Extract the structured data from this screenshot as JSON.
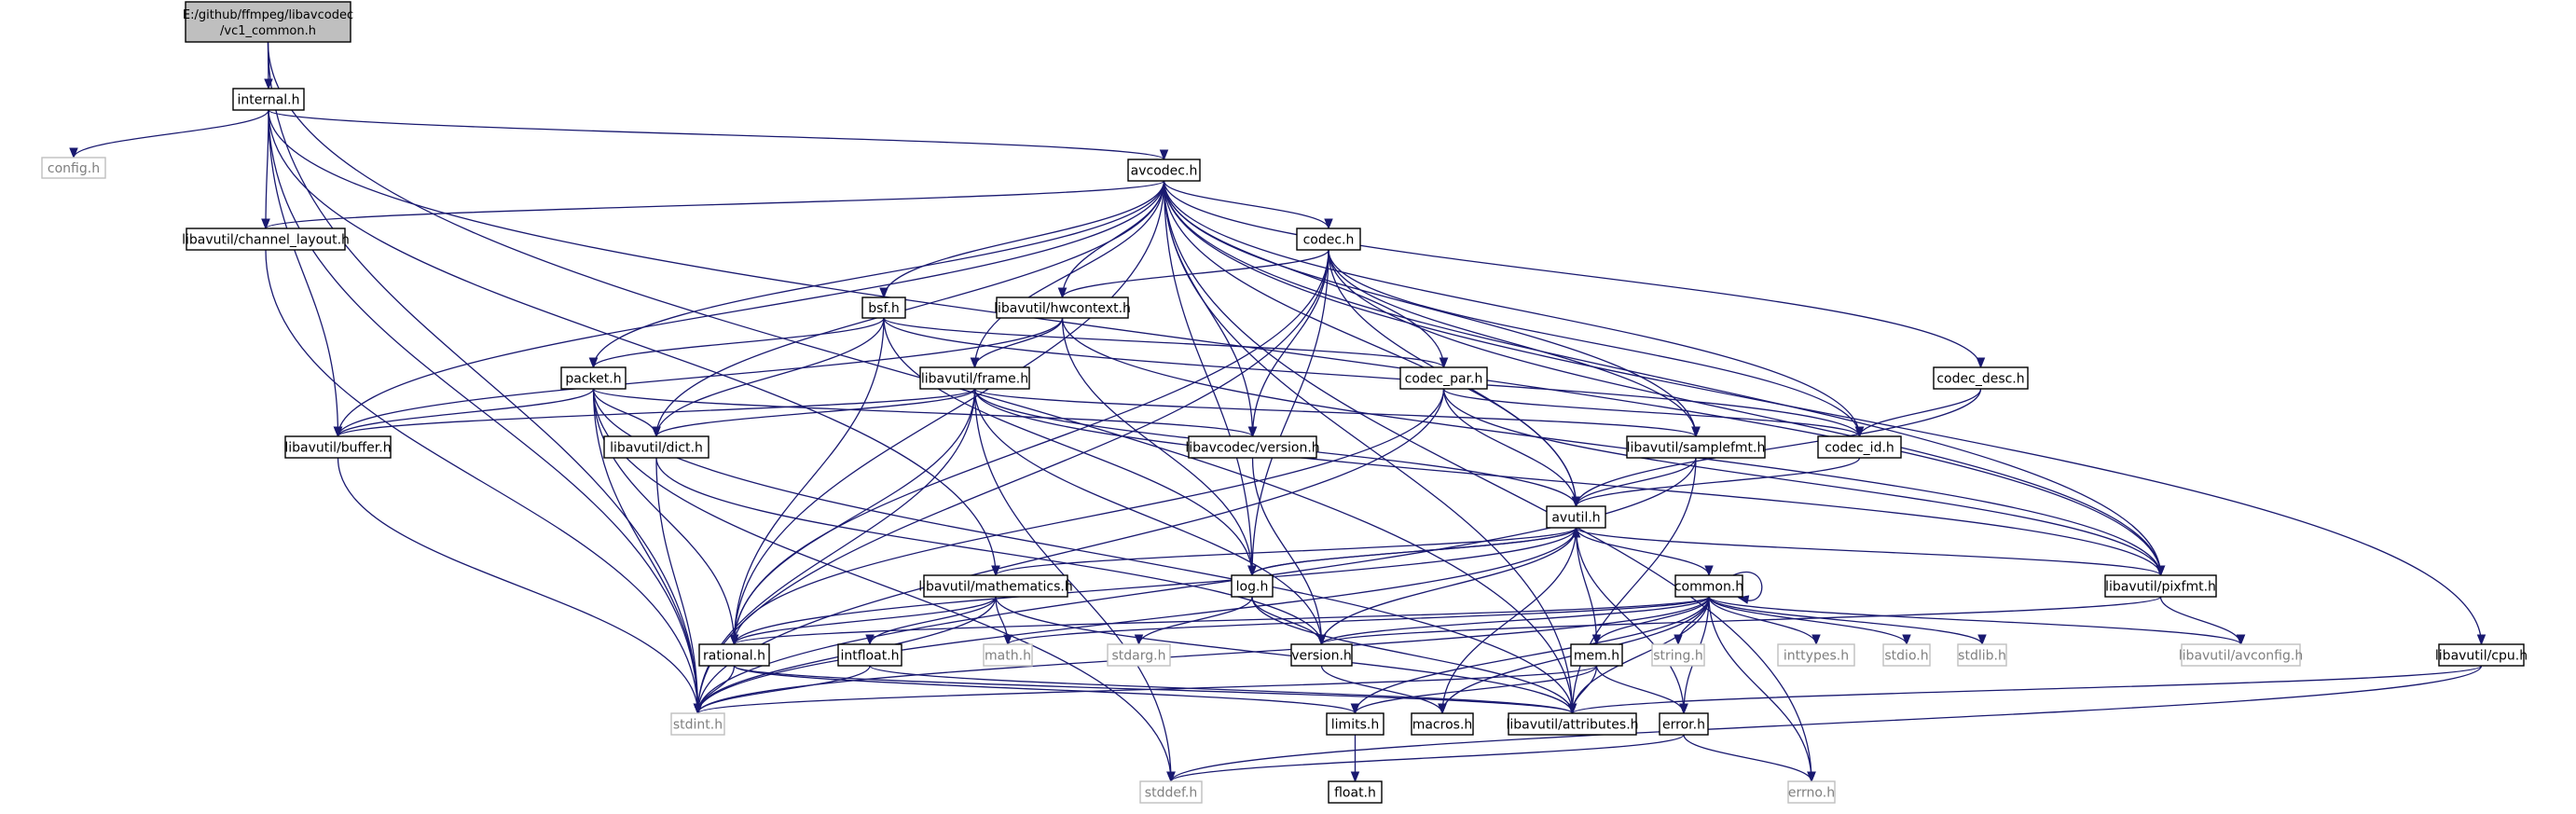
{
  "diagram": {
    "nodes": [
      {
        "id": "root",
        "lines": [
          "E:/github/ffmpeg/libavcodec",
          "/vc1_common.h"
        ],
        "kind": "root"
      },
      {
        "id": "internal",
        "lines": [
          "internal.h"
        ],
        "kind": "normal"
      },
      {
        "id": "config",
        "lines": [
          "config.h"
        ],
        "kind": "system"
      },
      {
        "id": "avcodec",
        "lines": [
          "avcodec.h"
        ],
        "kind": "normal"
      },
      {
        "id": "channel_layout",
        "lines": [
          "libavutil/channel_layout.h"
        ],
        "kind": "normal"
      },
      {
        "id": "codec",
        "lines": [
          "codec.h"
        ],
        "kind": "normal"
      },
      {
        "id": "bsf",
        "lines": [
          "bsf.h"
        ],
        "kind": "normal"
      },
      {
        "id": "hwcontext",
        "lines": [
          "libavutil/hwcontext.h"
        ],
        "kind": "normal"
      },
      {
        "id": "packet",
        "lines": [
          "packet.h"
        ],
        "kind": "normal"
      },
      {
        "id": "frame",
        "lines": [
          "libavutil/frame.h"
        ],
        "kind": "normal"
      },
      {
        "id": "codec_par",
        "lines": [
          "codec_par.h"
        ],
        "kind": "normal"
      },
      {
        "id": "codec_desc",
        "lines": [
          "codec_desc.h"
        ],
        "kind": "normal"
      },
      {
        "id": "buffer",
        "lines": [
          "libavutil/buffer.h"
        ],
        "kind": "normal"
      },
      {
        "id": "dict",
        "lines": [
          "libavutil/dict.h"
        ],
        "kind": "normal"
      },
      {
        "id": "lavc_version",
        "lines": [
          "libavcodec/version.h"
        ],
        "kind": "normal"
      },
      {
        "id": "samplefmt",
        "lines": [
          "libavutil/samplefmt.h"
        ],
        "kind": "normal"
      },
      {
        "id": "codec_id",
        "lines": [
          "codec_id.h"
        ],
        "kind": "normal"
      },
      {
        "id": "avutil",
        "lines": [
          "avutil.h"
        ],
        "kind": "normal"
      },
      {
        "id": "mathematics",
        "lines": [
          "libavutil/mathematics.h"
        ],
        "kind": "normal"
      },
      {
        "id": "log",
        "lines": [
          "log.h"
        ],
        "kind": "normal"
      },
      {
        "id": "common",
        "lines": [
          "common.h"
        ],
        "kind": "normal"
      },
      {
        "id": "pixfmt",
        "lines": [
          "libavutil/pixfmt.h"
        ],
        "kind": "normal"
      },
      {
        "id": "rational",
        "lines": [
          "rational.h"
        ],
        "kind": "normal"
      },
      {
        "id": "intfloat",
        "lines": [
          "intfloat.h"
        ],
        "kind": "normal"
      },
      {
        "id": "math",
        "lines": [
          "math.h"
        ],
        "kind": "system"
      },
      {
        "id": "stdarg",
        "lines": [
          "stdarg.h"
        ],
        "kind": "system"
      },
      {
        "id": "version",
        "lines": [
          "version.h"
        ],
        "kind": "normal"
      },
      {
        "id": "mem",
        "lines": [
          "mem.h"
        ],
        "kind": "normal"
      },
      {
        "id": "string",
        "lines": [
          "string.h"
        ],
        "kind": "system"
      },
      {
        "id": "inttypes",
        "lines": [
          "inttypes.h"
        ],
        "kind": "system"
      },
      {
        "id": "stdio",
        "lines": [
          "stdio.h"
        ],
        "kind": "system"
      },
      {
        "id": "stdlib",
        "lines": [
          "stdlib.h"
        ],
        "kind": "system"
      },
      {
        "id": "avconfig",
        "lines": [
          "libavutil/avconfig.h"
        ],
        "kind": "system"
      },
      {
        "id": "cpu",
        "lines": [
          "libavutil/cpu.h"
        ],
        "kind": "normal"
      },
      {
        "id": "stdint",
        "lines": [
          "stdint.h"
        ],
        "kind": "system"
      },
      {
        "id": "limits",
        "lines": [
          "limits.h"
        ],
        "kind": "normal"
      },
      {
        "id": "macros",
        "lines": [
          "macros.h"
        ],
        "kind": "normal"
      },
      {
        "id": "attributes",
        "lines": [
          "libavutil/attributes.h"
        ],
        "kind": "normal"
      },
      {
        "id": "error",
        "lines": [
          "error.h"
        ],
        "kind": "normal"
      },
      {
        "id": "float",
        "lines": [
          "float.h"
        ],
        "kind": "normal"
      },
      {
        "id": "stddef",
        "lines": [
          "stddef.h"
        ],
        "kind": "system"
      },
      {
        "id": "errno",
        "lines": [
          "errno.h"
        ],
        "kind": "system"
      }
    ],
    "edges": [
      [
        "root",
        "internal"
      ],
      [
        "root",
        "stdint"
      ],
      [
        "root",
        "attributes"
      ],
      [
        "internal",
        "config"
      ],
      [
        "internal",
        "avcodec"
      ],
      [
        "internal",
        "channel_layout"
      ],
      [
        "internal",
        "buffer"
      ],
      [
        "internal",
        "mathematics"
      ],
      [
        "internal",
        "pixfmt"
      ],
      [
        "internal",
        "stdint"
      ],
      [
        "avcodec",
        "channel_layout"
      ],
      [
        "avcodec",
        "codec"
      ],
      [
        "avcodec",
        "bsf"
      ],
      [
        "avcodec",
        "hwcontext"
      ],
      [
        "avcodec",
        "packet"
      ],
      [
        "avcodec",
        "frame"
      ],
      [
        "avcodec",
        "codec_par"
      ],
      [
        "avcodec",
        "codec_desc"
      ],
      [
        "avcodec",
        "buffer"
      ],
      [
        "avcodec",
        "dict"
      ],
      [
        "avcodec",
        "lavc_version"
      ],
      [
        "avcodec",
        "samplefmt"
      ],
      [
        "avcodec",
        "codec_id"
      ],
      [
        "avcodec",
        "avutil"
      ],
      [
        "avcodec",
        "log"
      ],
      [
        "avcodec",
        "pixfmt"
      ],
      [
        "avcodec",
        "rational"
      ],
      [
        "avcodec",
        "attributes"
      ],
      [
        "avcodec",
        "cpu"
      ],
      [
        "avcodec",
        "errno"
      ],
      [
        "channel_layout",
        "stdint"
      ],
      [
        "codec",
        "hwcontext"
      ],
      [
        "codec",
        "lavc_version"
      ],
      [
        "codec",
        "samplefmt"
      ],
      [
        "codec",
        "codec_id"
      ],
      [
        "codec",
        "avutil"
      ],
      [
        "codec",
        "log"
      ],
      [
        "codec",
        "pixfmt"
      ],
      [
        "codec",
        "rational"
      ],
      [
        "codec",
        "stdint"
      ],
      [
        "bsf",
        "packet"
      ],
      [
        "bsf",
        "codec_par"
      ],
      [
        "bsf",
        "codec_id"
      ],
      [
        "bsf",
        "dict"
      ],
      [
        "bsf",
        "log"
      ],
      [
        "bsf",
        "rational"
      ],
      [
        "hwcontext",
        "buffer"
      ],
      [
        "hwcontext",
        "frame"
      ],
      [
        "hwcontext",
        "log"
      ],
      [
        "hwcontext",
        "pixfmt"
      ],
      [
        "packet",
        "buffer"
      ],
      [
        "packet",
        "dict"
      ],
      [
        "packet",
        "lavc_version"
      ],
      [
        "packet",
        "rational"
      ],
      [
        "packet",
        "attributes"
      ],
      [
        "packet",
        "stdint"
      ],
      [
        "packet",
        "stddef"
      ],
      [
        "frame",
        "buffer"
      ],
      [
        "frame",
        "dict"
      ],
      [
        "frame",
        "samplefmt"
      ],
      [
        "frame",
        "avutil"
      ],
      [
        "frame",
        "pixfmt"
      ],
      [
        "frame",
        "rational"
      ],
      [
        "frame",
        "version"
      ],
      [
        "frame",
        "stdint"
      ],
      [
        "frame",
        "stddef"
      ],
      [
        "codec_par",
        "codec_id"
      ],
      [
        "codec_par",
        "avutil"
      ],
      [
        "codec_par",
        "pixfmt"
      ],
      [
        "codec_par",
        "rational"
      ],
      [
        "codec_par",
        "stdint"
      ],
      [
        "codec_desc",
        "codec_id"
      ],
      [
        "codec_desc",
        "avutil"
      ],
      [
        "buffer",
        "stdint"
      ],
      [
        "dict",
        "version"
      ],
      [
        "dict",
        "stdint"
      ],
      [
        "lavc_version",
        "version"
      ],
      [
        "samplefmt",
        "avutil"
      ],
      [
        "samplefmt",
        "attributes"
      ],
      [
        "samplefmt",
        "stdint"
      ],
      [
        "codec_id",
        "avutil"
      ],
      [
        "avutil",
        "common"
      ],
      [
        "avutil",
        "error"
      ],
      [
        "avutil",
        "log"
      ],
      [
        "avutil",
        "macros"
      ],
      [
        "avutil",
        "mathematics"
      ],
      [
        "avutil",
        "pixfmt"
      ],
      [
        "avutil",
        "rational"
      ],
      [
        "avutil",
        "version"
      ],
      [
        "avutil",
        "stdint"
      ],
      [
        "mathematics",
        "rational"
      ],
      [
        "mathematics",
        "intfloat"
      ],
      [
        "mathematics",
        "math"
      ],
      [
        "mathematics",
        "attributes"
      ],
      [
        "mathematics",
        "stdint"
      ],
      [
        "log",
        "avutil"
      ],
      [
        "log",
        "stdarg"
      ],
      [
        "log",
        "attributes"
      ],
      [
        "log",
        "version"
      ],
      [
        "common",
        "common"
      ],
      [
        "common",
        "mem"
      ],
      [
        "common",
        "attributes"
      ],
      [
        "common",
        "error"
      ],
      [
        "common",
        "macros"
      ],
      [
        "common",
        "version"
      ],
      [
        "common",
        "rational"
      ],
      [
        "common",
        "math"
      ],
      [
        "common",
        "string"
      ],
      [
        "common",
        "inttypes"
      ],
      [
        "common",
        "stdio"
      ],
      [
        "common",
        "stdlib"
      ],
      [
        "common",
        "avconfig"
      ],
      [
        "common",
        "limits"
      ],
      [
        "common",
        "errno"
      ],
      [
        "common",
        "stdint"
      ],
      [
        "pixfmt",
        "version"
      ],
      [
        "pixfmt",
        "avconfig"
      ],
      [
        "rational",
        "attributes"
      ],
      [
        "rational",
        "limits"
      ],
      [
        "rational",
        "stdint"
      ],
      [
        "intfloat",
        "attributes"
      ],
      [
        "intfloat",
        "stdint"
      ],
      [
        "version",
        "macros"
      ],
      [
        "mem",
        "avutil"
      ],
      [
        "mem",
        "attributes"
      ],
      [
        "mem",
        "error"
      ],
      [
        "mem",
        "limits"
      ],
      [
        "mem",
        "stdint"
      ],
      [
        "cpu",
        "attributes"
      ],
      [
        "cpu",
        "stddef"
      ],
      [
        "limits",
        "float"
      ],
      [
        "error",
        "errno"
      ],
      [
        "error",
        "stddef"
      ]
    ]
  }
}
